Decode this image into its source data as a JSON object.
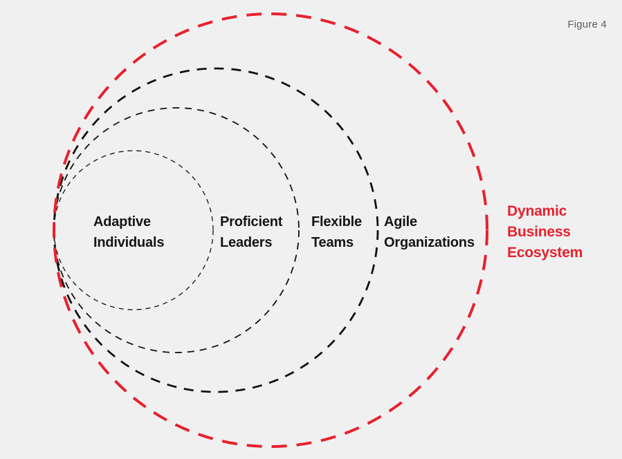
{
  "figure_label": "Figure 4",
  "colors": {
    "background": "#f0f0f1",
    "ring_black": "#111111",
    "accent_red": "#e7212d",
    "label_black": "#151515",
    "figure_gray": "#5a5e62"
  },
  "diagram": {
    "description": "Four concentric dashed circles, all tangent at a single left point, representing nested levels of organizational agility",
    "labels": [
      {
        "text": "Adaptive\nIndividuals",
        "color": "#151515"
      },
      {
        "text": "Proficient\nLeaders",
        "color": "#151515"
      },
      {
        "text": "Flexible\nTeams",
        "color": "#151515"
      },
      {
        "text": "Agile\nOrganizations",
        "color": "#151515"
      },
      {
        "text": "Dynamic\nBusiness\nEcosystem",
        "color": "#e7212d"
      }
    ],
    "circles": [
      {
        "name": "adaptive-individuals-circle",
        "stroke": "#111111"
      },
      {
        "name": "proficient-leaders-circle",
        "stroke": "#111111"
      },
      {
        "name": "flexible-teams-circle",
        "stroke": "#111111"
      },
      {
        "name": "dynamic-business-ecosystem-circle",
        "stroke": "#e7212d"
      }
    ]
  }
}
